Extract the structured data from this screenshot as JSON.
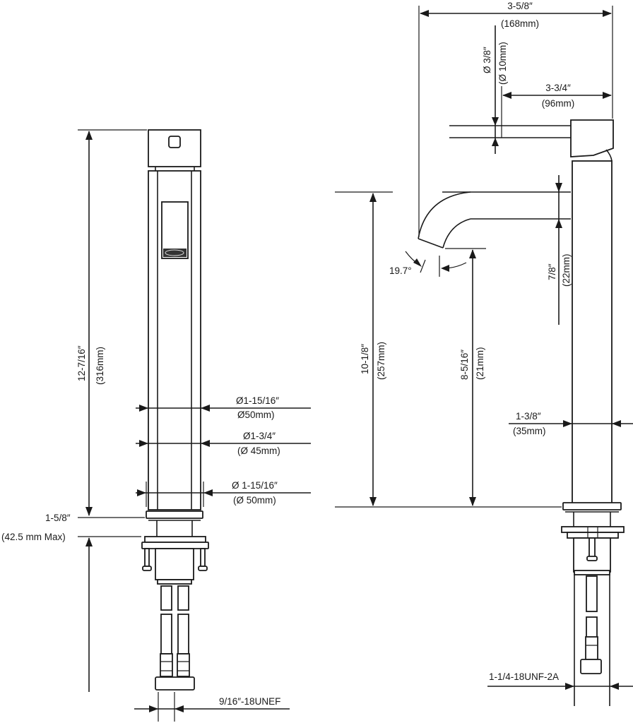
{
  "drawing": {
    "title": "Faucet dimension drawing",
    "stroke_color": "#1a1a1a",
    "background": "#ffffff"
  },
  "front_view": {
    "height": {
      "imperial": "12-7/16″",
      "metric": "(316mm)"
    },
    "body_diameter_top": {
      "imperial": "Ø1-15/16″",
      "metric": "Ø50mm)"
    },
    "body_diameter_inner": {
      "imperial": "Ø1-3/4″",
      "metric": "(Ø 45mm)"
    },
    "base_diameter": {
      "imperial": "Ø 1-15/16″",
      "metric": "(Ø 50mm)"
    },
    "deck_thickness": {
      "imperial": "1-5/8″",
      "metric": "(42.5 mm Max)"
    },
    "supply_thread": {
      "label": "9/16″-18UNEF"
    }
  },
  "side_view": {
    "total_reach": {
      "imperial": "3-5/8″",
      "metric": "(168mm)"
    },
    "handle_diameter": {
      "imperial": "Ø 3/8″",
      "metric": "(Ø 10mm)"
    },
    "handle_length": {
      "imperial": "3-3/4″",
      "metric": "(96mm)"
    },
    "spout_height": {
      "imperial": "10-1/8″",
      "metric": "(257mm)"
    },
    "outlet_height": {
      "imperial": "8-5/16″",
      "metric": "(21mm)"
    },
    "spout_thickness": {
      "imperial": "7/8″",
      "metric": "(22mm)"
    },
    "spout_angle": {
      "label": "19.7°"
    },
    "body_diameter": {
      "imperial": "1-3/8″",
      "metric": "(35mm)"
    },
    "shank_thread": {
      "label": "1-1/4-18UNF-2A"
    }
  }
}
